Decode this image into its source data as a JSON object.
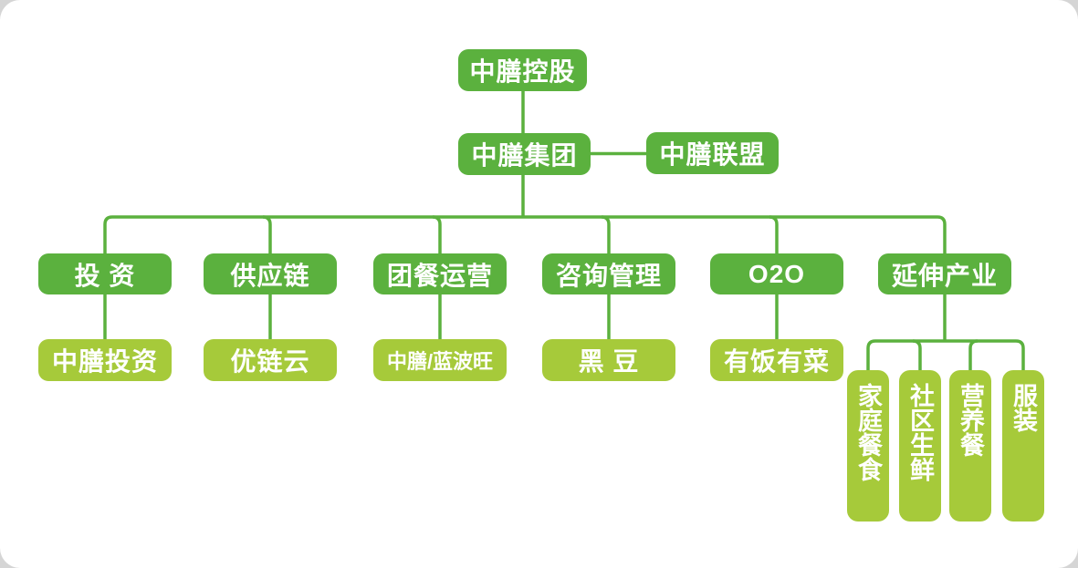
{
  "colors": {
    "dark_green": "#5bb13e",
    "light_green": "#a6ca3a",
    "line": "#5bb13e",
    "text": "#ffffff",
    "page_background": "#d5d5d5",
    "canvas_background": "#ffffff"
  },
  "org_chart": {
    "root": {
      "label": "中膳控股"
    },
    "level2": {
      "group": {
        "label": "中膳集团"
      },
      "alliance": {
        "label": "中膳联盟"
      }
    },
    "branches": [
      {
        "label": "投 资",
        "subsidiary": "中膳投资"
      },
      {
        "label": "供应链",
        "subsidiary": "优链云"
      },
      {
        "label": "团餐运营",
        "subsidiary": "中膳/蓝波旺"
      },
      {
        "label": "咨询管理",
        "subsidiary": "黑 豆"
      },
      {
        "label": "O2O",
        "subsidiary": "有饭有菜"
      },
      {
        "label": "延伸产业",
        "subsidiaries": [
          "家庭餐食",
          "社区生鲜",
          "营养餐",
          "服装"
        ]
      }
    ]
  }
}
